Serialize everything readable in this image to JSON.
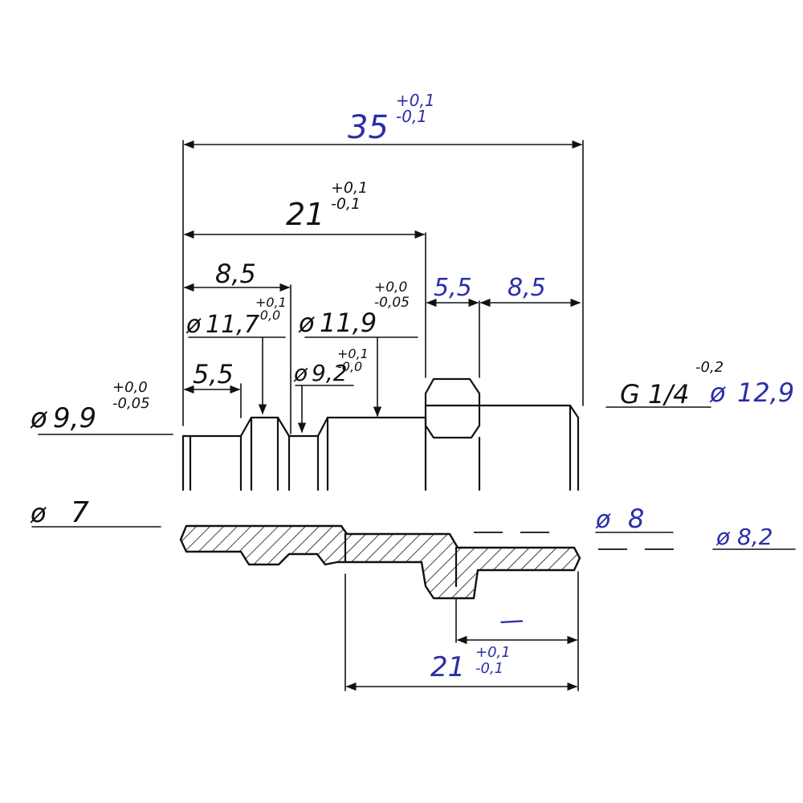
{
  "colors": {
    "ink": "#111111",
    "blue_ink": "#2a2ea8"
  },
  "dimensions": {
    "overall_length": {
      "value": "35",
      "tol_upper": "+0,1",
      "tol_lower": "-0,1"
    },
    "length_21_top": {
      "value": "21",
      "tol_upper": "+0,1",
      "tol_lower": "-0,1"
    },
    "length_8_5_left": "8,5",
    "length_5_5_hex": "5,5",
    "length_8_5_right": "8,5",
    "length_5_5_left": "5,5",
    "length_21_bottom": {
      "value": "21",
      "tol_upper": "+0,1",
      "tol_lower": "-0,1"
    },
    "length_1_bottom": "/"
  },
  "diameters": {
    "d_11_7": {
      "symbol": "ø",
      "value": "11,7",
      "tol_upper": "+0,1",
      "tol_lower": "-0,0"
    },
    "d_11_9": {
      "symbol": "ø",
      "value": "11,9",
      "tol_upper": "+0,0",
      "tol_lower": "-0,05"
    },
    "d_9_2": {
      "symbol": "ø",
      "value": "9,2",
      "tol_upper": "+0,1",
      "tol_lower": "-0,0"
    },
    "d_9_9": {
      "symbol": "ø",
      "value": "9,9",
      "tol_upper": "+0,0",
      "tol_lower": "-0,05"
    },
    "d_7": {
      "symbol": "ø",
      "value": "7"
    },
    "d_8": {
      "symbol": "ø",
      "value": "8"
    },
    "d_8_2": {
      "symbol": "ø",
      "value": "8,2"
    },
    "thread": {
      "label": "G 1/4",
      "tol": "-0,2",
      "symbol": "ø",
      "value": "12,9"
    }
  }
}
